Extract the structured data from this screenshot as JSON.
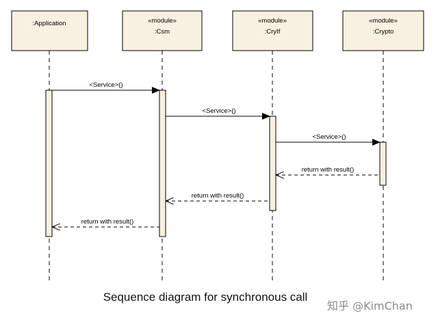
{
  "diagram": {
    "participants": [
      {
        "id": "app",
        "stereotype": "",
        "name": ":Application"
      },
      {
        "id": "csm",
        "stereotype": "«module»",
        "name": ":Csm"
      },
      {
        "id": "cryif",
        "stereotype": "«module»",
        "name": ":CryIf"
      },
      {
        "id": "crypto",
        "stereotype": "«module»",
        "name": ":Crypto"
      }
    ],
    "messages": [
      {
        "id": "m1",
        "from": "app",
        "to": "csm",
        "label": "<Service>()",
        "kind": "call"
      },
      {
        "id": "m2",
        "from": "csm",
        "to": "cryif",
        "label": "<Service>()",
        "kind": "call"
      },
      {
        "id": "m3",
        "from": "cryif",
        "to": "crypto",
        "label": "<Service>()",
        "kind": "call"
      },
      {
        "id": "m4",
        "from": "crypto",
        "to": "cryif",
        "label": "return with result()",
        "kind": "return"
      },
      {
        "id": "m5",
        "from": "cryif",
        "to": "csm",
        "label": "return with result()",
        "kind": "return"
      },
      {
        "id": "m6",
        "from": "csm",
        "to": "app",
        "label": "return with result()",
        "kind": "return"
      }
    ],
    "colors": {
      "box_fill": "#f8f0e0",
      "line": "#000000"
    }
  },
  "caption": "Sequence diagram for synchronous call",
  "watermark": "知乎 @KimChan"
}
